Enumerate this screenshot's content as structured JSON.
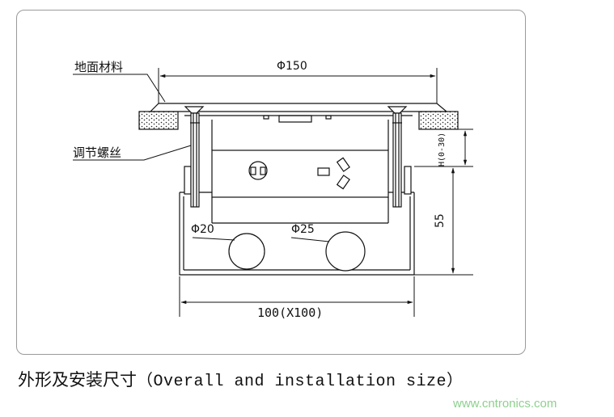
{
  "labels": {
    "floor_material": "地面材料",
    "adjust_screw": "调节螺丝",
    "top_diameter": "Φ150",
    "hole_left": "Φ20",
    "hole_right": "Φ25",
    "height_box": "55",
    "height_adjust": "H(0-30)",
    "bottom_width": "100(X100)"
  },
  "caption": {
    "cn": "外形及安装尺寸",
    "en": "（Overall and installation size）"
  },
  "watermark": "www.cntronics.com"
}
